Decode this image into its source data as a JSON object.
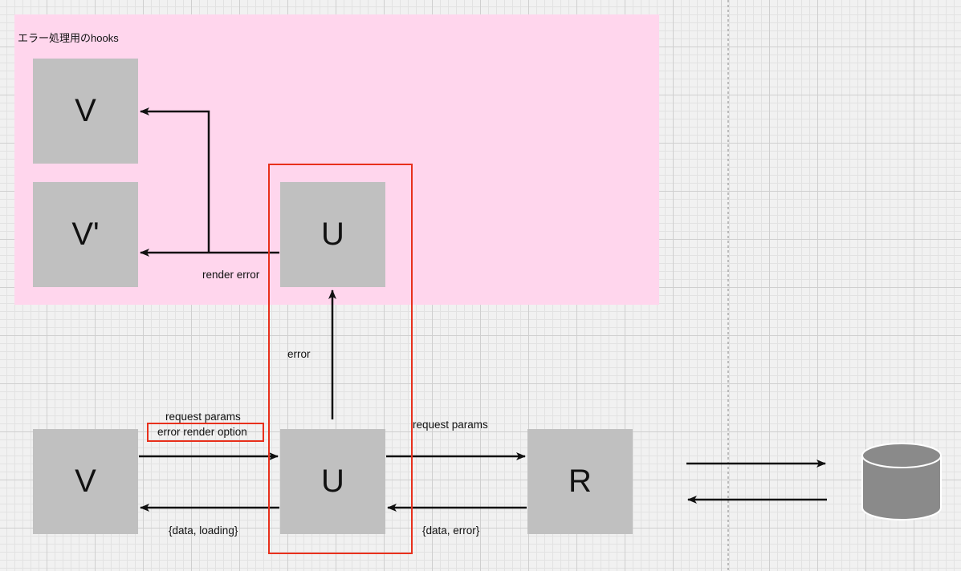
{
  "group": {
    "title": "エラー処理用のhooks"
  },
  "nodes": {
    "top_v": "V",
    "top_v_prime": "V'",
    "top_u": "U",
    "bottom_v": "V",
    "bottom_u": "U",
    "bottom_r": "R"
  },
  "labels": {
    "render_error": "render error",
    "error": "error",
    "request_params_left": "request params",
    "error_render_option": "error render option",
    "request_params_right": "request params",
    "data_loading": "{data, loading}",
    "data_error": "{data, error}"
  },
  "colors": {
    "group_fill": "#ffd6ed",
    "node_fill": "#c0c0c0",
    "highlight": "#e8301c",
    "arrow": "#111111",
    "database": "#8a8a8a"
  },
  "icons": {
    "database": "database-cylinder-icon"
  }
}
